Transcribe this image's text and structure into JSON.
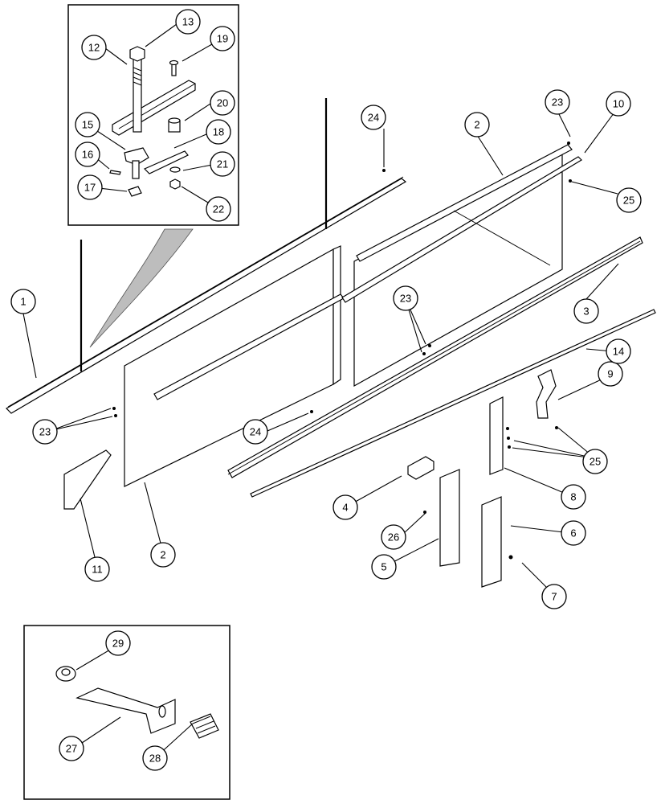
{
  "diagram": {
    "callouts": [
      {
        "id": "c1",
        "label": "1"
      },
      {
        "id": "c2a",
        "label": "2"
      },
      {
        "id": "c2b",
        "label": "2"
      },
      {
        "id": "c3",
        "label": "3"
      },
      {
        "id": "c4",
        "label": "4"
      },
      {
        "id": "c5",
        "label": "5"
      },
      {
        "id": "c6",
        "label": "6"
      },
      {
        "id": "c7",
        "label": "7"
      },
      {
        "id": "c8",
        "label": "8"
      },
      {
        "id": "c9",
        "label": "9"
      },
      {
        "id": "c10",
        "label": "10"
      },
      {
        "id": "c11",
        "label": "11"
      },
      {
        "id": "c12",
        "label": "12"
      },
      {
        "id": "c13",
        "label": "13"
      },
      {
        "id": "c14",
        "label": "14"
      },
      {
        "id": "c15",
        "label": "15"
      },
      {
        "id": "c16",
        "label": "16"
      },
      {
        "id": "c17",
        "label": "17"
      },
      {
        "id": "c18",
        "label": "18"
      },
      {
        "id": "c19",
        "label": "19"
      },
      {
        "id": "c20",
        "label": "20"
      },
      {
        "id": "c21",
        "label": "21"
      },
      {
        "id": "c22",
        "label": "22"
      },
      {
        "id": "c23a",
        "label": "23"
      },
      {
        "id": "c23b",
        "label": "23"
      },
      {
        "id": "c23c",
        "label": "23"
      },
      {
        "id": "c24a",
        "label": "24"
      },
      {
        "id": "c24b",
        "label": "24"
      },
      {
        "id": "c25a",
        "label": "25"
      },
      {
        "id": "c25b",
        "label": "25"
      },
      {
        "id": "c26",
        "label": "26"
      },
      {
        "id": "c27",
        "label": "27"
      },
      {
        "id": "c28",
        "label": "28"
      },
      {
        "id": "c29",
        "label": "29"
      }
    ]
  }
}
